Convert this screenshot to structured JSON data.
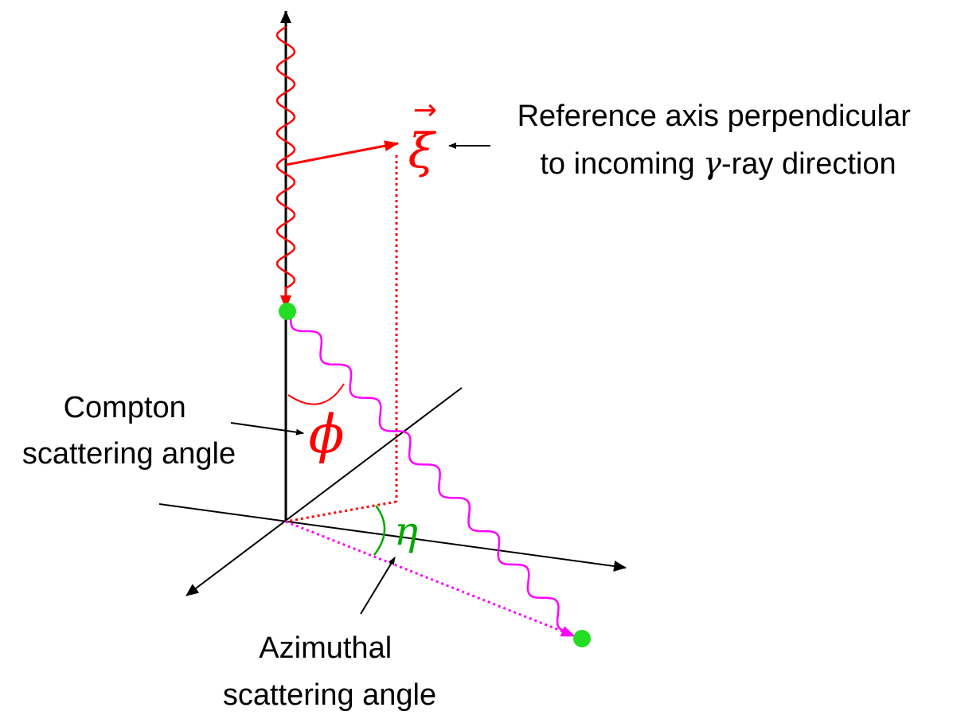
{
  "labels": {
    "reference_line1": "Reference axis perpendicular",
    "reference_line2_prefix": "to incoming ",
    "reference_line2_gamma": "γ",
    "reference_line2_suffix": "-ray direction",
    "compton_line1": "Compton",
    "compton_line2": "scattering angle",
    "azimuthal_line1": "Azimuthal",
    "azimuthal_line2": "scattering angle"
  },
  "symbols": {
    "xi": "ξ",
    "xi_arrow": "→",
    "phi": "ϕ",
    "eta": "η"
  },
  "colors": {
    "axis": "#000000",
    "incoming_photon": "#ff0000",
    "scattered_photon": "#ff00ff",
    "interaction_point": "#22dd22",
    "eta_arc": "#00aa00",
    "phi_arc": "#ff0000"
  }
}
